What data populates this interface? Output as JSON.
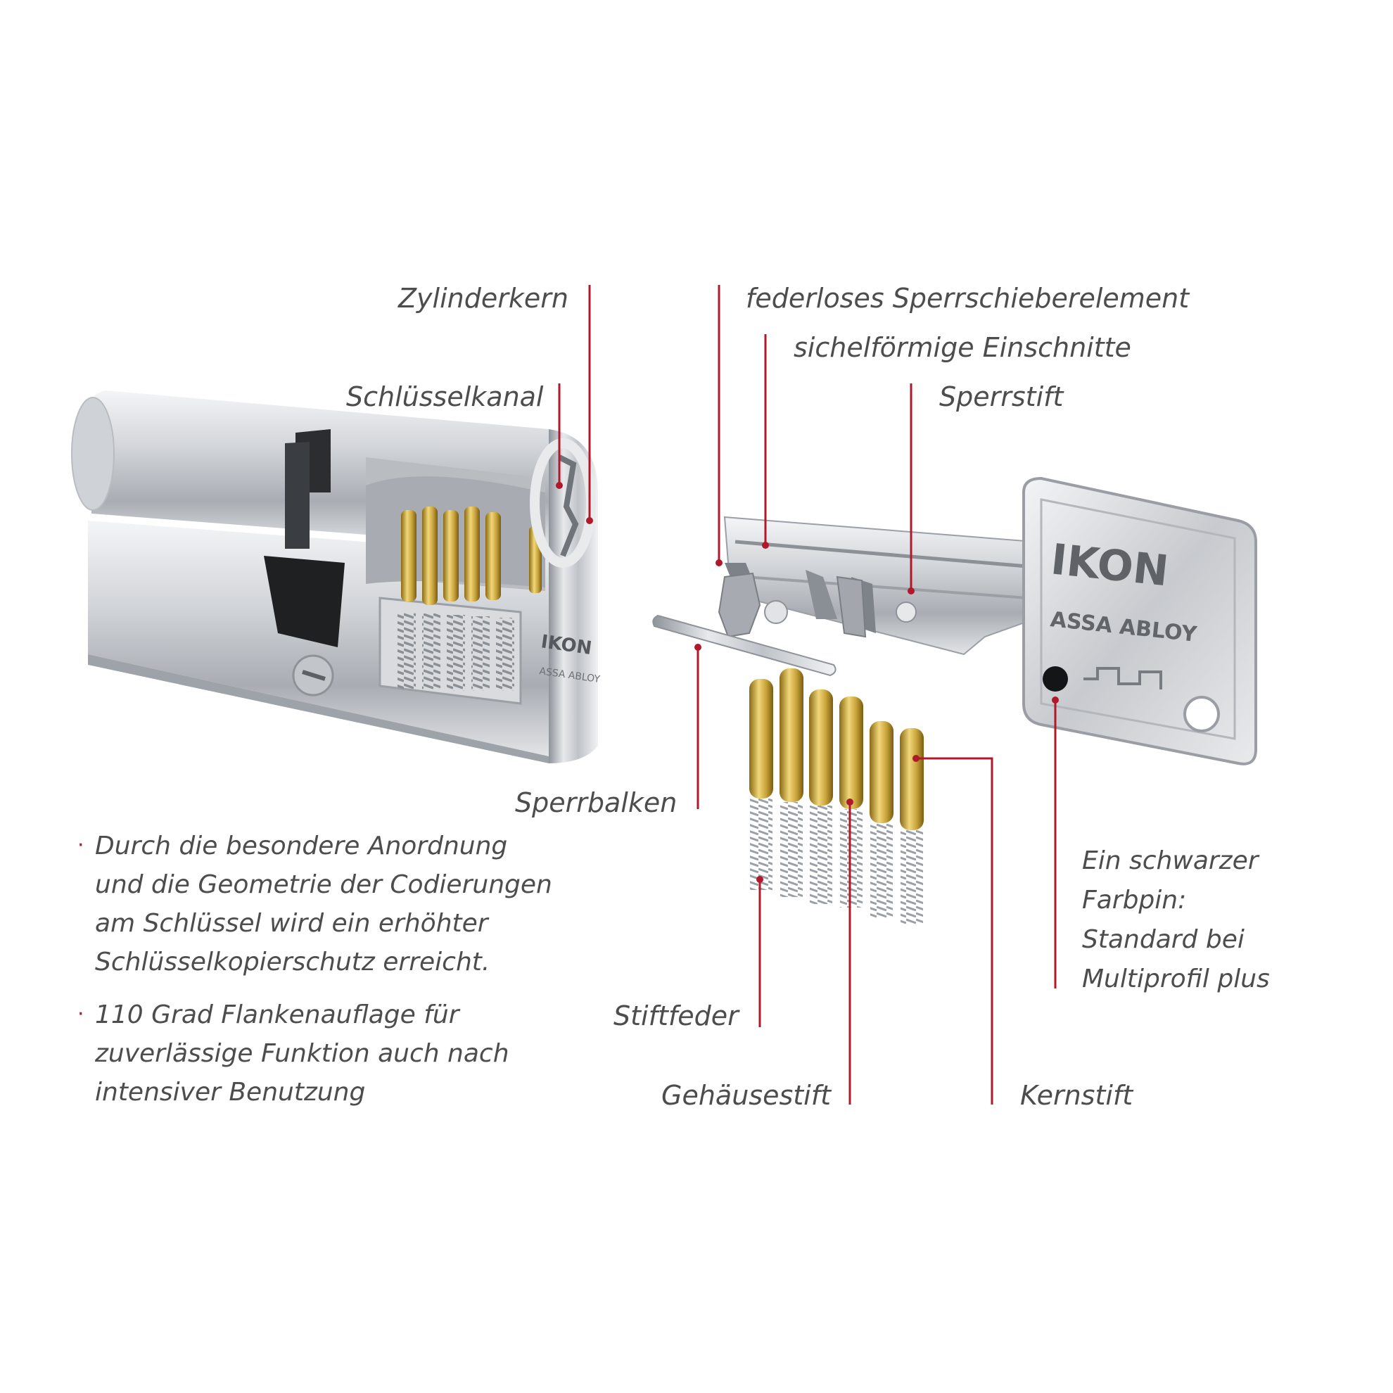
{
  "colors": {
    "leader": "#b0192b",
    "text": "#4d4d4d",
    "steel": "#c9ccd0",
    "brass": "#c8a33a"
  },
  "labels": {
    "zylinderkern": "Zylinderkern",
    "schluesselkanal": "Schlüsselkanal",
    "federloses": "federloses Sperrschieberelement",
    "sichelfoermige": "sichelförmige Einschnitte",
    "sperrstift": "Sperrstift",
    "sperrbalken": "Sperrbalken",
    "stiftfeder": "Stiftfeder",
    "gehaeusestift": "Gehäusestift",
    "kernstift": "Kernstift"
  },
  "farbpin": {
    "lines": [
      "Ein schwarzer",
      "Farbpin:",
      "Standard bei",
      "Multiprofil plus"
    ]
  },
  "notes": {
    "bullet_symbol": "·",
    "items": [
      {
        "lines": [
          "Durch die besondere Anordnung",
          "und die Geometrie der Codierungen",
          "am Schlüssel wird ein erhöhter",
          "Schlüsselkopierschutz erreicht."
        ]
      },
      {
        "lines": [
          "110 Grad Flankenauflage für",
          "zuverlässige Funktion auch nach",
          "intensiver Benutzung"
        ]
      }
    ]
  },
  "branding": {
    "cylinder_face": [
      "IKON",
      "ASSA ABLOY"
    ],
    "key_head": [
      "IKON",
      "ASSA ABLOY"
    ]
  }
}
